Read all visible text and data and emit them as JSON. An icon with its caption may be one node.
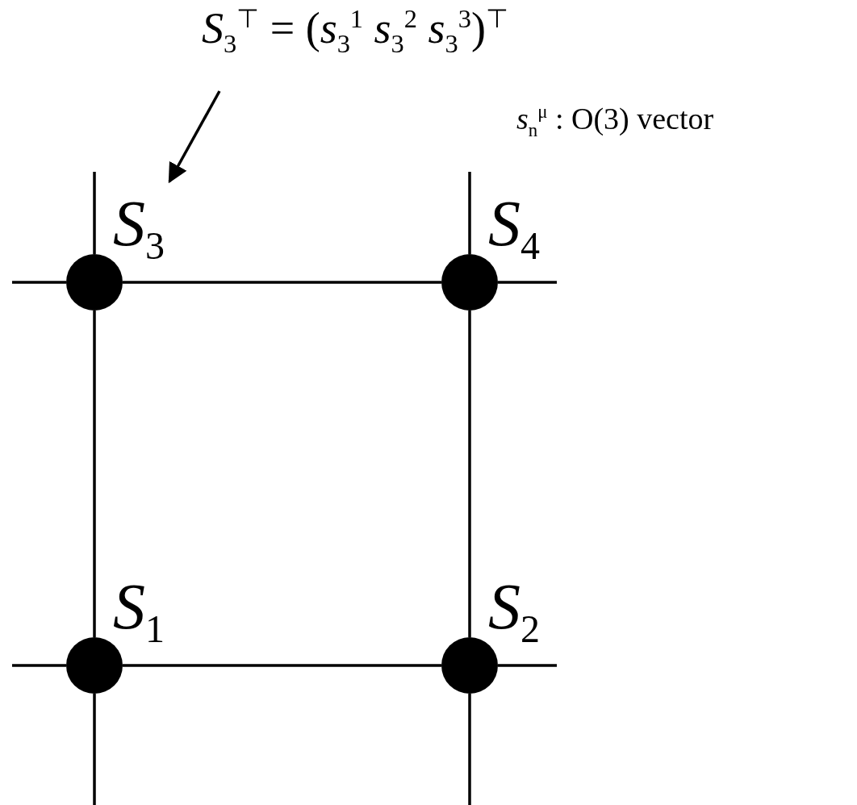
{
  "diagram": {
    "nodes": [
      {
        "text": [
          "*S*$_{3}$$^{⊤}$ = (*s*$_{3}$$^{1}$   *s*$_{3}$$^{2}$   *s*$_{3}$$^{3}$)$^{⊤}$"
        ]
      },
      {
        "text": [
          "*S*$_{3}$"
        ]
      },
      {
        "text": [
          "*S*$_{4}$"
        ]
      },
      {
        "text": [
          "*S*$_{1}$"
        ]
      },
      {
        "text": [
          "*S*$_{2}$"
        ]
      }
    ],
    "edges": [
      {
        "from": 0,
        "to": 1,
        "arrow": "to"
      },
      {
        "from": 1,
        "to": 2,
        "arrow": "none"
      },
      {
        "from": 3,
        "to": 4,
        "arrow": "none"
      },
      {
        "from": 1,
        "to": 3,
        "arrow": "none"
      },
      {
        "from": 2,
        "to": 4,
        "arrow": "none"
      },
      {
        "from": 1,
        "to": null,
        "arrow": "none"
      },
      {
        "from": 1,
        "to": null,
        "arrow": "none"
      },
      {
        "from": 2,
        "to": null,
        "arrow": "none"
      },
      {
        "from": 2,
        "to": null,
        "arrow": "none"
      },
      {
        "from": 3,
        "to": null,
        "arrow": "none"
      },
      {
        "from": 3,
        "to": null,
        "arrow": "none"
      },
      {
        "from": 4,
        "to": null,
        "arrow": "none"
      },
      {
        "from": 4,
        "to": null,
        "arrow": "none"
      }
    ],
    "labels": [
      "*s*$_{n}$$^{μ}$ :  O(3) vector"
    ]
  }
}
